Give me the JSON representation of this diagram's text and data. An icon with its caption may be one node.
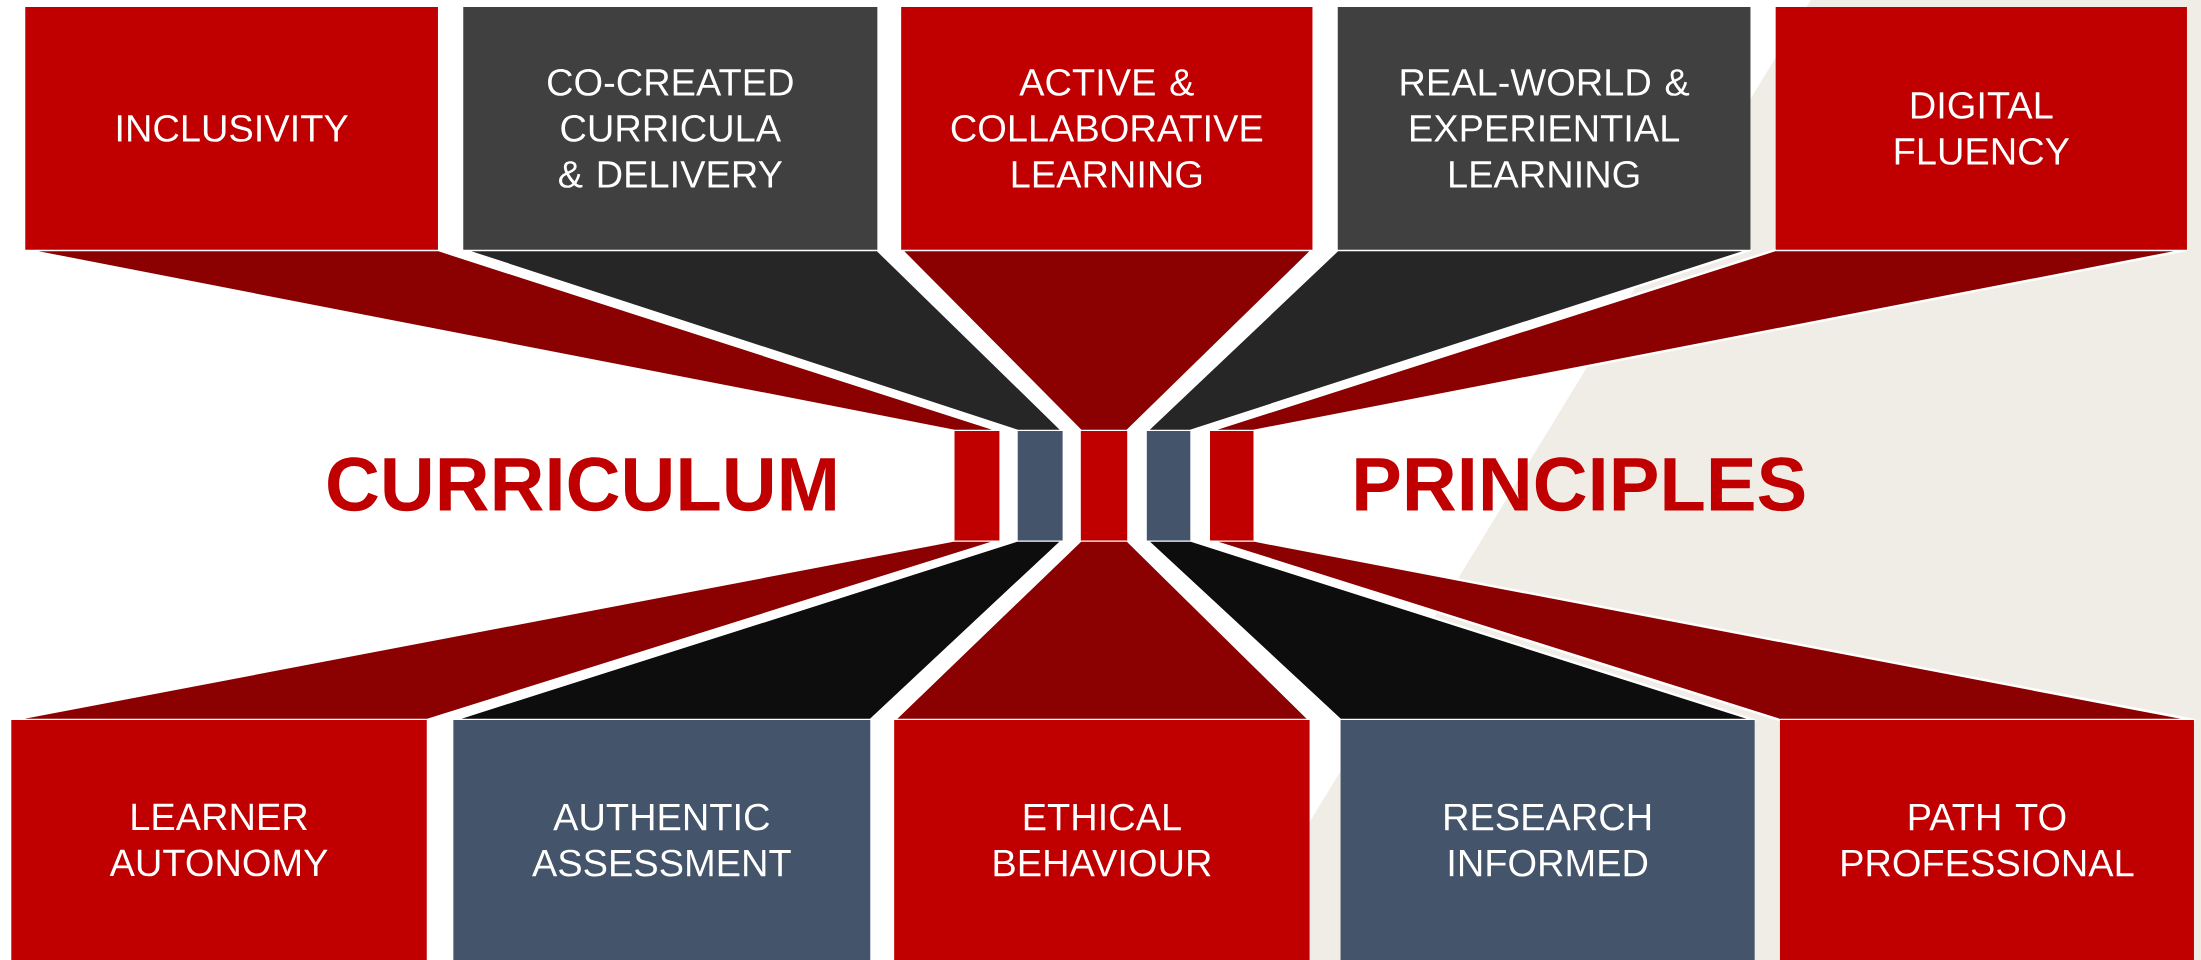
{
  "diagram": {
    "nodes": [
      {
        "text": [
          "INCLUSIVITY"
        ]
      },
      {
        "text": [
          "CO-CREATED CURRICULA & DELIVERY"
        ]
      },
      {
        "text": [
          "ACTIVE & COLLABORATIVE LEARNING"
        ]
      },
      {
        "text": [
          "REAL-WORLD & EXPERIENTIAL LEARNING"
        ]
      },
      {
        "text": [
          "DIGITAL FLUENCY"
        ]
      },
      {
        "text": [
          "LEARNER AUTONOMY"
        ]
      },
      {
        "text": [
          "AUTHENTIC ASSESSMENT"
        ]
      },
      {
        "text": [
          "ETHICAL BEHAVIOUR"
        ]
      },
      {
        "text": [
          "RESEARCH INFORMED"
        ]
      },
      {
        "text": [
          "PATH TO PROFESSIONAL"
        ]
      }
    ],
    "labels": [
      "CURRICULUM",
      "PRINCIPLES"
    ]
  }
}
